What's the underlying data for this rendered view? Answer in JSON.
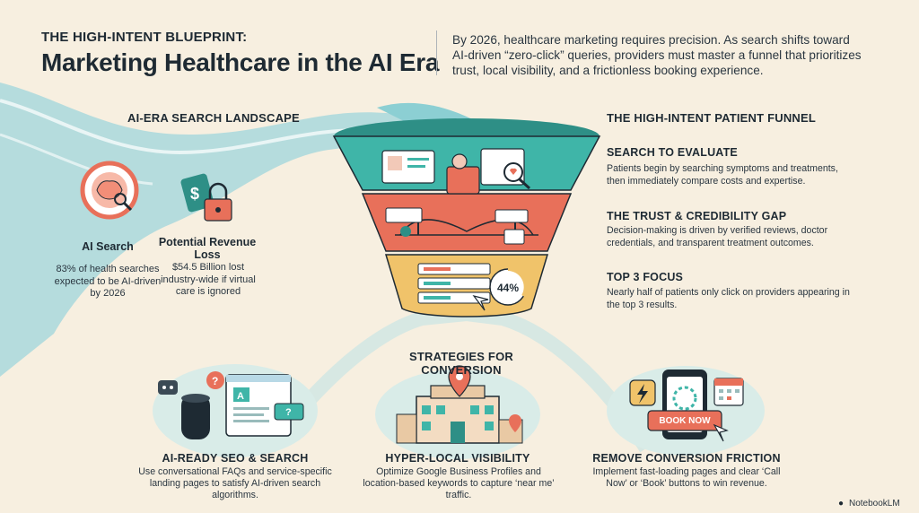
{
  "header": {
    "kicker": "THE HIGH-INTENT BLUEPRINT:",
    "title": "Marketing Healthcare in the AI Era",
    "intro": "By 2026, healthcare marketing requires precision. As search shifts toward AI-driven “zero-click” queries, providers must master a funnel that prioritizes trust, local visibility, and a frictionless booking experience."
  },
  "landscape": {
    "heading": "AI-ERA SEARCH LANDSCAPE",
    "ai_search": {
      "title": "AI Search",
      "body": "83% of health searches expected to be AI-driven by 2026"
    },
    "revenue_loss": {
      "title": "Potential Revenue Loss",
      "body": "$54.5 Billion lost industry-wide if virtual care is ignored"
    }
  },
  "funnel": {
    "heading": "THE HIGH-INTENT PATIENT FUNNEL",
    "percent_badge": "44%",
    "stages": [
      {
        "title": "SEARCH TO EVALUATE",
        "body": "Patients begin by searching symptoms and treatments, then immediately compare costs and expertise."
      },
      {
        "title": "THE TRUST & CREDIBILITY GAP",
        "body": "Decision-making is driven by verified reviews, doctor credentials, and transparent treatment outcomes."
      },
      {
        "title": "TOP 3 FOCUS",
        "body": "Nearly half of patients only click on providers appearing in the top 3 results."
      }
    ]
  },
  "strategies": {
    "heading": "STRATEGIES FOR CONVERSION",
    "book_now_label": "BOOK NOW",
    "items": [
      {
        "title": "AI-READY SEO & SEARCH",
        "body": "Use conversational FAQs and service-specific landing pages to satisfy AI-driven search algorithms."
      },
      {
        "title": "HYPER-LOCAL VISIBILITY",
        "body": "Optimize Google Business Profiles and location-based keywords to capture ‘near me’ traffic."
      },
      {
        "title": "REMOVE CONVERSION FRICTION",
        "body": "Implement fast-loading pages and clear ‘Call Now’ or ‘Book’ buttons to win revenue."
      }
    ]
  },
  "footer": {
    "brand": "NotebookLM"
  },
  "colors": {
    "teal": "#3fb5a8",
    "coral": "#e8705a",
    "gold": "#f0c36a",
    "navy": "#1e2a33",
    "river": "#a9d8dc"
  }
}
